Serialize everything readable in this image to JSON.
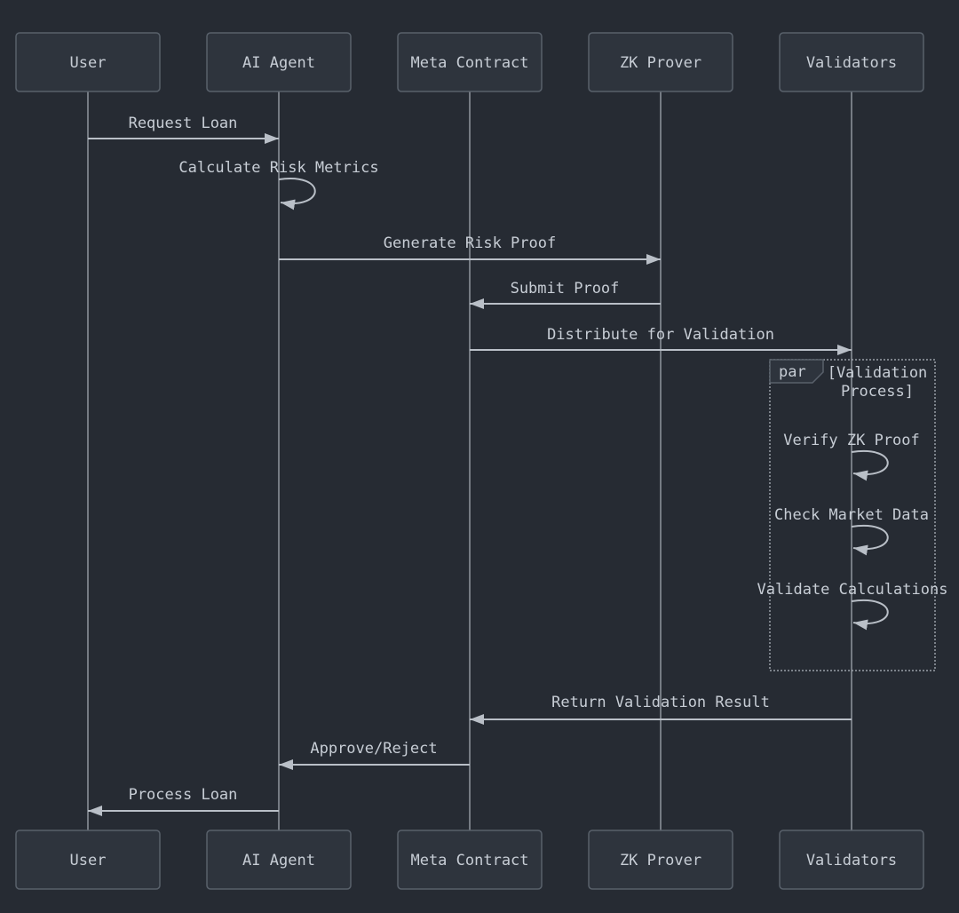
{
  "diagram": {
    "type": "sequence",
    "actors": [
      {
        "name": "User"
      },
      {
        "name": "AI Agent"
      },
      {
        "name": "Meta Contract"
      },
      {
        "name": "ZK Prover"
      },
      {
        "name": "Validators"
      }
    ],
    "messages": [
      {
        "from": "User",
        "to": "AI Agent",
        "label": "Request Loan",
        "type": "solid-arrow"
      },
      {
        "from": "AI Agent",
        "to": "AI Agent",
        "label": "Calculate Risk Metrics",
        "type": "self-loop"
      },
      {
        "from": "AI Agent",
        "to": "ZK Prover",
        "label": "Generate Risk Proof",
        "type": "solid-arrow"
      },
      {
        "from": "ZK Prover",
        "to": "Meta Contract",
        "label": "Submit Proof",
        "type": "solid-arrow"
      },
      {
        "from": "Meta Contract",
        "to": "Validators",
        "label": "Distribute for Validation",
        "type": "solid-arrow"
      },
      {
        "from": "Validators",
        "to": "Validators",
        "label": "Verify ZK Proof",
        "type": "self-loop"
      },
      {
        "from": "Validators",
        "to": "Validators",
        "label": "Check Market Data",
        "type": "self-loop"
      },
      {
        "from": "Validators",
        "to": "Validators",
        "label": "Validate Calculations",
        "type": "self-loop"
      },
      {
        "from": "Validators",
        "to": "Meta Contract",
        "label": "Return Validation Result",
        "type": "solid-arrow"
      },
      {
        "from": "Meta Contract",
        "to": "AI Agent",
        "label": "Approve/Reject",
        "type": "solid-arrow"
      },
      {
        "from": "AI Agent",
        "to": "User",
        "label": "Process Loan",
        "type": "solid-arrow"
      }
    ],
    "par_block": {
      "keyword": "par",
      "title_line1": "[Validation",
      "title_line2": "Process]"
    },
    "colors": {
      "background": "#262b33",
      "actor_fill": "#2e343d",
      "actor_border": "#59616b",
      "text": "#c7cdd5",
      "signal": "#b9bfc7",
      "lifeline": "#8f969e",
      "par_border": "#99a0a8"
    }
  }
}
